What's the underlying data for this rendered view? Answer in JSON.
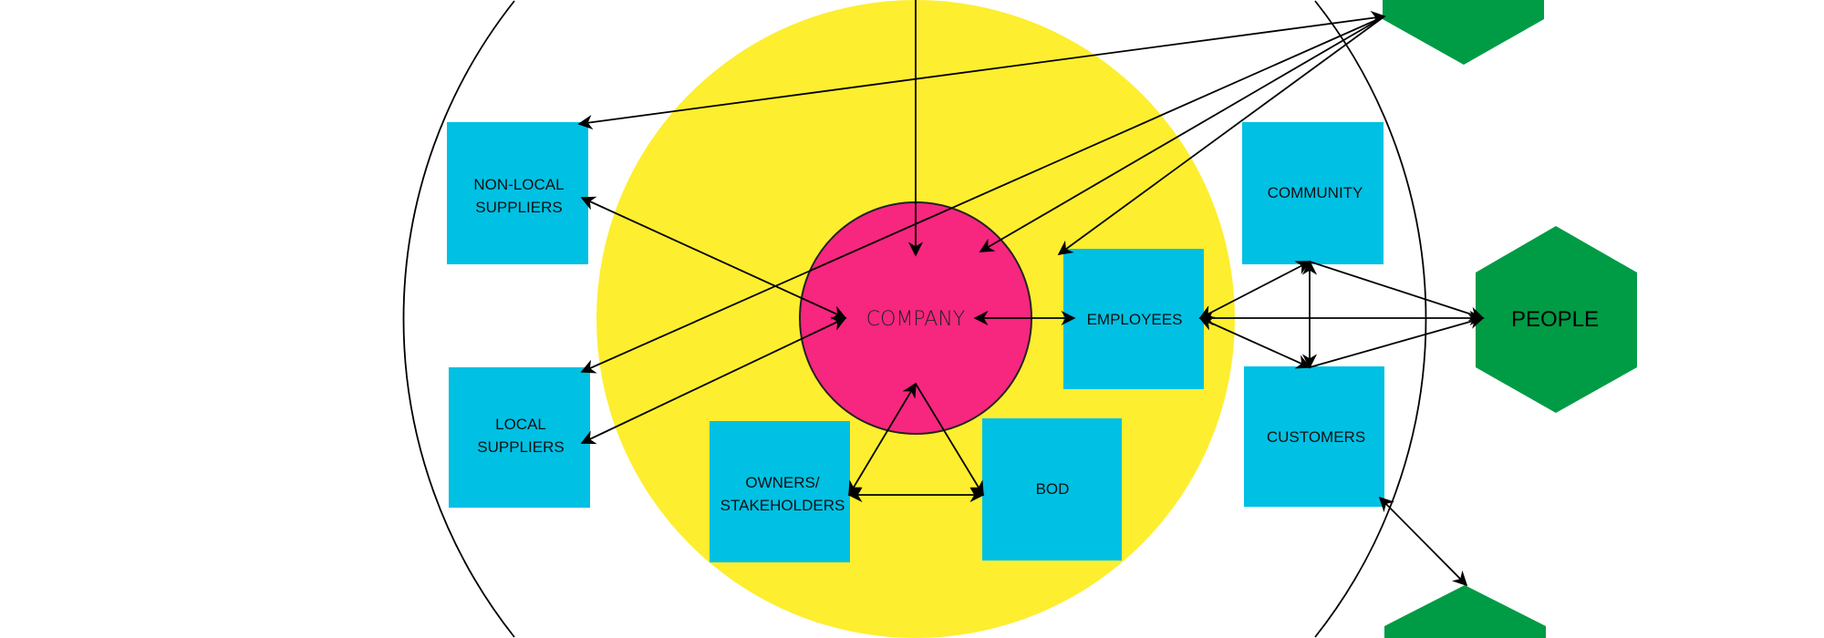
{
  "diagram": {
    "center": "COMPANY",
    "boxes": {
      "non_local_line1": "NON-LOCAL",
      "non_local_line2": "SUPPLIERS",
      "local_line1": "LOCAL",
      "local_line2": "SUPPLIERS",
      "owners_line1": "OWNERS/",
      "owners_line2": "STAKEHOLDERS",
      "bod": "BOD",
      "employees": "EMPLOYEES",
      "community": "COMMUNITY",
      "customers": "CUSTOMERS"
    },
    "hexagons": {
      "people": "PEOPLE"
    },
    "colors": {
      "outer_ring": "#000000",
      "inner_circle": "#fdee2f",
      "company": "#f7267f",
      "stakeholder_box": "#00c0e3",
      "external_hexagon": "#009b45"
    }
  }
}
